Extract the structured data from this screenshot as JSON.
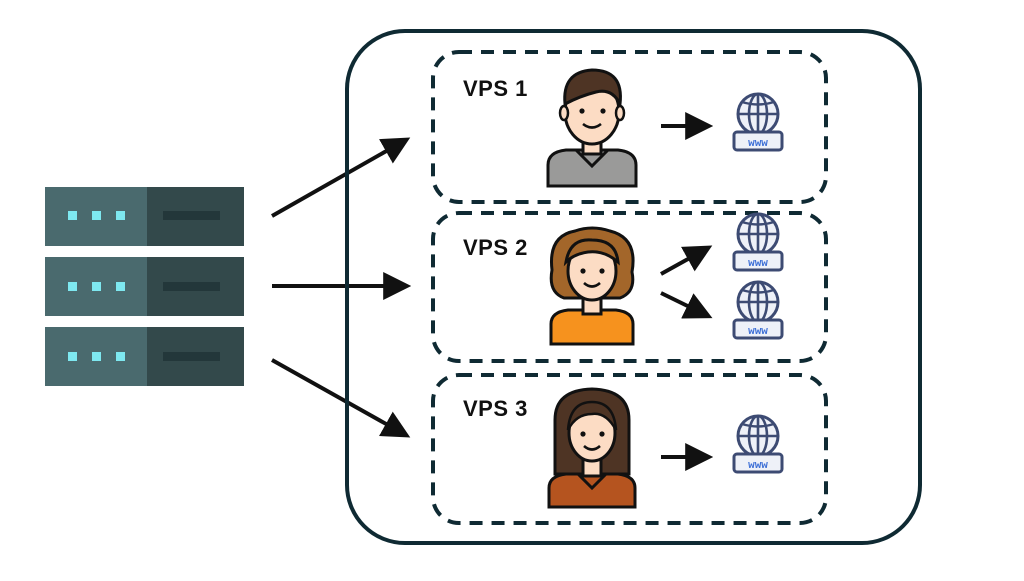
{
  "vps": [
    {
      "label": "VPS 1",
      "person": "man",
      "websites": 1
    },
    {
      "label": "VPS 2",
      "person": "woman-curly",
      "websites": 2
    },
    {
      "label": "VPS 3",
      "person": "woman-long-hair",
      "websites": 1
    }
  ],
  "server": {
    "units": 3,
    "icon": "server-rack-icon"
  },
  "website_icon_text": "www",
  "colors": {
    "server_light": "#4a6a6e",
    "server_dark": "#33494b",
    "server_led": "#7ee8f0",
    "outline": "#0f2a33",
    "globe_stroke": "#3d4b73",
    "globe_fill": "#e8ecf6",
    "www_text": "#3d6fd6",
    "shirt_1": "#9a9a99",
    "shirt_2": "#f6921e",
    "shirt_3": "#b5541f",
    "skin": "#fcdcc4",
    "hair_dark": "#4e3424",
    "hair_curly": "#a3662a"
  }
}
